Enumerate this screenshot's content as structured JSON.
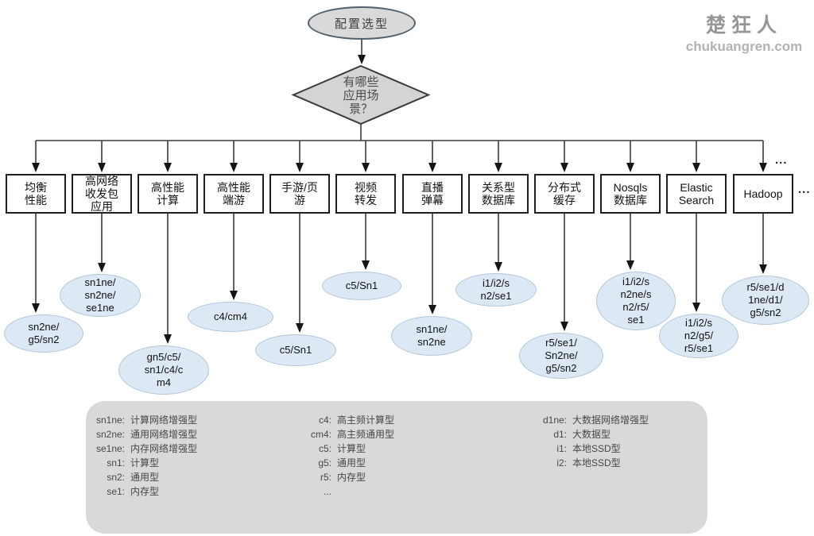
{
  "watermark": {
    "name": "楚狂人",
    "site": "chukuangren.com"
  },
  "flow": {
    "start_label": "配置选型",
    "decision": {
      "label": "有哪些应用场景？",
      "lines": [
        "有哪些",
        "应用场",
        "景？"
      ]
    },
    "more_scenarios_ellipsis": "...",
    "more_row_ellipsis": "...",
    "branches": [
      {
        "scenario": "均衡性能",
        "scenario_lines": [
          "均衡",
          "性能"
        ],
        "instances": "sn2ne/g5/sn2",
        "instance_lines": [
          "sn2ne/",
          "g5/sn2"
        ]
      },
      {
        "scenario": "高网络收发包应用",
        "scenario_lines": [
          "高网络",
          "收发包",
          "应用"
        ],
        "instances": "sn1ne/sn2ne/se1ne",
        "instance_lines": [
          "sn1ne/",
          "sn2ne/",
          "se1ne"
        ]
      },
      {
        "scenario": "高性能计算",
        "scenario_lines": [
          "高性能",
          "计算"
        ],
        "instances": "gn5/c5/sn1/c4/cm4",
        "instance_lines": [
          "gn5/c5/",
          "sn1/c4/c",
          "m4"
        ]
      },
      {
        "scenario": "高性能端游",
        "scenario_lines": [
          "高性能",
          "端游"
        ],
        "instances": "c4/cm4",
        "instance_lines": [
          "c4/cm4"
        ]
      },
      {
        "scenario": "手游/页游",
        "scenario_lines": [
          "手游/页",
          "游"
        ],
        "instances": "c5/Sn1",
        "instance_lines": [
          "c5/Sn1"
        ]
      },
      {
        "scenario": "视频转发",
        "scenario_lines": [
          "视频",
          "转发"
        ],
        "instances": "c5/Sn1",
        "instance_lines": [
          "c5/Sn1"
        ]
      },
      {
        "scenario": "直播弹幕",
        "scenario_lines": [
          "直播",
          "弹幕"
        ],
        "instances": "sn1ne/sn2ne",
        "instance_lines": [
          "sn1ne/",
          "sn2ne"
        ]
      },
      {
        "scenario": "关系型数据库",
        "scenario_lines": [
          "关系型",
          "数据库"
        ],
        "instances": "i1/i2/sn2/se1",
        "instance_lines": [
          "i1/i2/s",
          "n2/se1"
        ]
      },
      {
        "scenario": "分布式缓存",
        "scenario_lines": [
          "分布式",
          "缓存"
        ],
        "instances": "r5/se1/Sn2ne/g5/sn2",
        "instance_lines": [
          "r5/se1/",
          "Sn2ne/",
          "g5/sn2"
        ]
      },
      {
        "scenario": "Nosqls数据库",
        "scenario_lines": [
          "Nosqls",
          "数据库"
        ],
        "instances": "i1/i2/sn2ne/sn2/r5/se1",
        "instance_lines": [
          "i1/i2/s",
          "n2ne/s",
          "n2/r5/",
          "se1"
        ]
      },
      {
        "scenario": "Elastic Search",
        "scenario_lines": [
          "Elastic",
          "Search"
        ],
        "instances": "i1/i2/sn2/g5/r5/se1",
        "instance_lines": [
          "i1/i2/s",
          "n2/g5/",
          "r5/se1"
        ]
      },
      {
        "scenario": "Hadoop",
        "scenario_lines": [
          "Hadoop"
        ],
        "instances": "r5/se1/d1ne/d1/g5/sn2",
        "instance_lines": [
          "r5/se1/d",
          "1ne/d1/",
          "g5/sn2"
        ]
      }
    ]
  },
  "legend": {
    "columns": [
      {
        "entries": [
          {
            "key": "sn1ne:",
            "value": "计算网络增强型"
          },
          {
            "key": "sn2ne:",
            "value": "通用网络增强型"
          },
          {
            "key": "se1ne:",
            "value": "内存网络增强型"
          },
          {
            "key": "sn1:",
            "value": "计算型"
          },
          {
            "key": "sn2:",
            "value": "通用型"
          },
          {
            "key": "se1:",
            "value": "内存型"
          }
        ]
      },
      {
        "entries": [
          {
            "key": "c4:",
            "value": "高主频计算型"
          },
          {
            "key": "cm4:",
            "value": "高主频通用型"
          },
          {
            "key": "c5:",
            "value": "计算型"
          },
          {
            "key": "g5:",
            "value": "通用型"
          },
          {
            "key": "r5:",
            "value": "内存型"
          },
          {
            "key": "...",
            "value": ""
          }
        ]
      },
      {
        "entries": [
          {
            "key": "d1ne:",
            "value": "大数据网络增强型"
          },
          {
            "key": "d1:",
            "value": "大数据型"
          },
          {
            "key": "i1:",
            "value": "本地SSD型"
          },
          {
            "key": "i2:",
            "value": "本地SSD型"
          }
        ]
      }
    ]
  },
  "colors": {
    "shape_gray": "#d9d9d9",
    "instance_blue": "#dce9f5",
    "instance_border": "#b3c6d9",
    "line_dark": "#3a3a3a"
  }
}
